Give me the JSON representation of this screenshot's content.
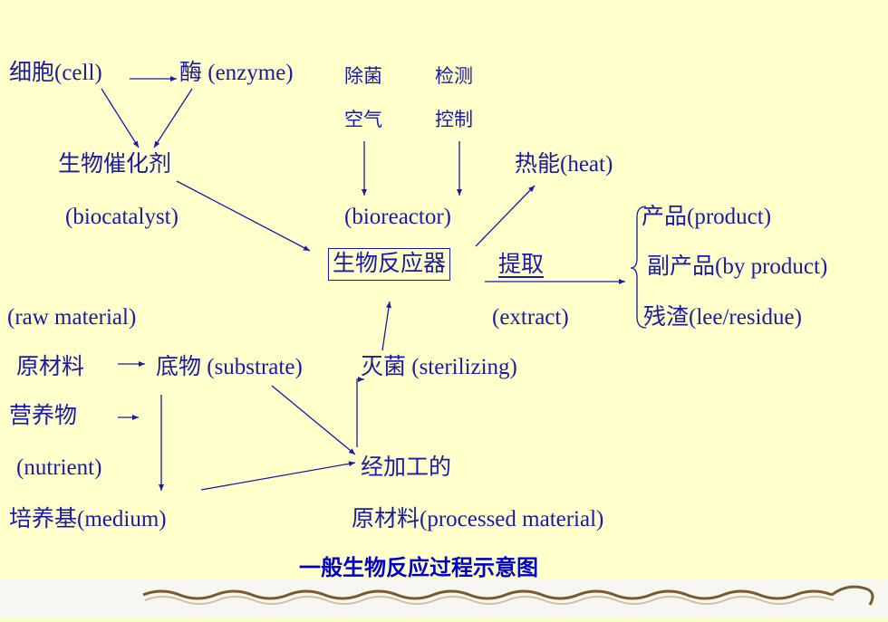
{
  "nodes": {
    "cell": "细胞(cell)",
    "enzyme": "酶 (enzyme)",
    "sterilize_air": "除菌",
    "detect": "检测",
    "air": "空气",
    "control": "控制",
    "biocatalyst_cn": "生物催化剂",
    "biocatalyst_en": "(biocatalyst)",
    "bioreactor_en": "(bioreactor)",
    "heat": "热能(heat)",
    "bioreactor_cn": "生物反应器",
    "extract_cn": "提取",
    "extract_en": "(extract)",
    "product": "产品(product)",
    "by_product": "副产品(by product)",
    "residue": "残渣(lee/residue)",
    "raw_material_en": "(raw material)",
    "raw_material_cn": "原材料",
    "substrate": "底物 (substrate)",
    "sterilizing": "灭菌 (sterilizing)",
    "nutrient_cn": "营养物",
    "nutrient_en": "(nutrient)",
    "processed_cn": "经加工的",
    "medium": "培养基(medium)",
    "processed_en": "原材料(processed material)"
  },
  "caption": "一般生物反应过程示意图",
  "colors": {
    "background": "#ffffcc",
    "text": "#1a1aa6",
    "caption": "#0000cc",
    "footer_wave": "#7a5a2a"
  }
}
